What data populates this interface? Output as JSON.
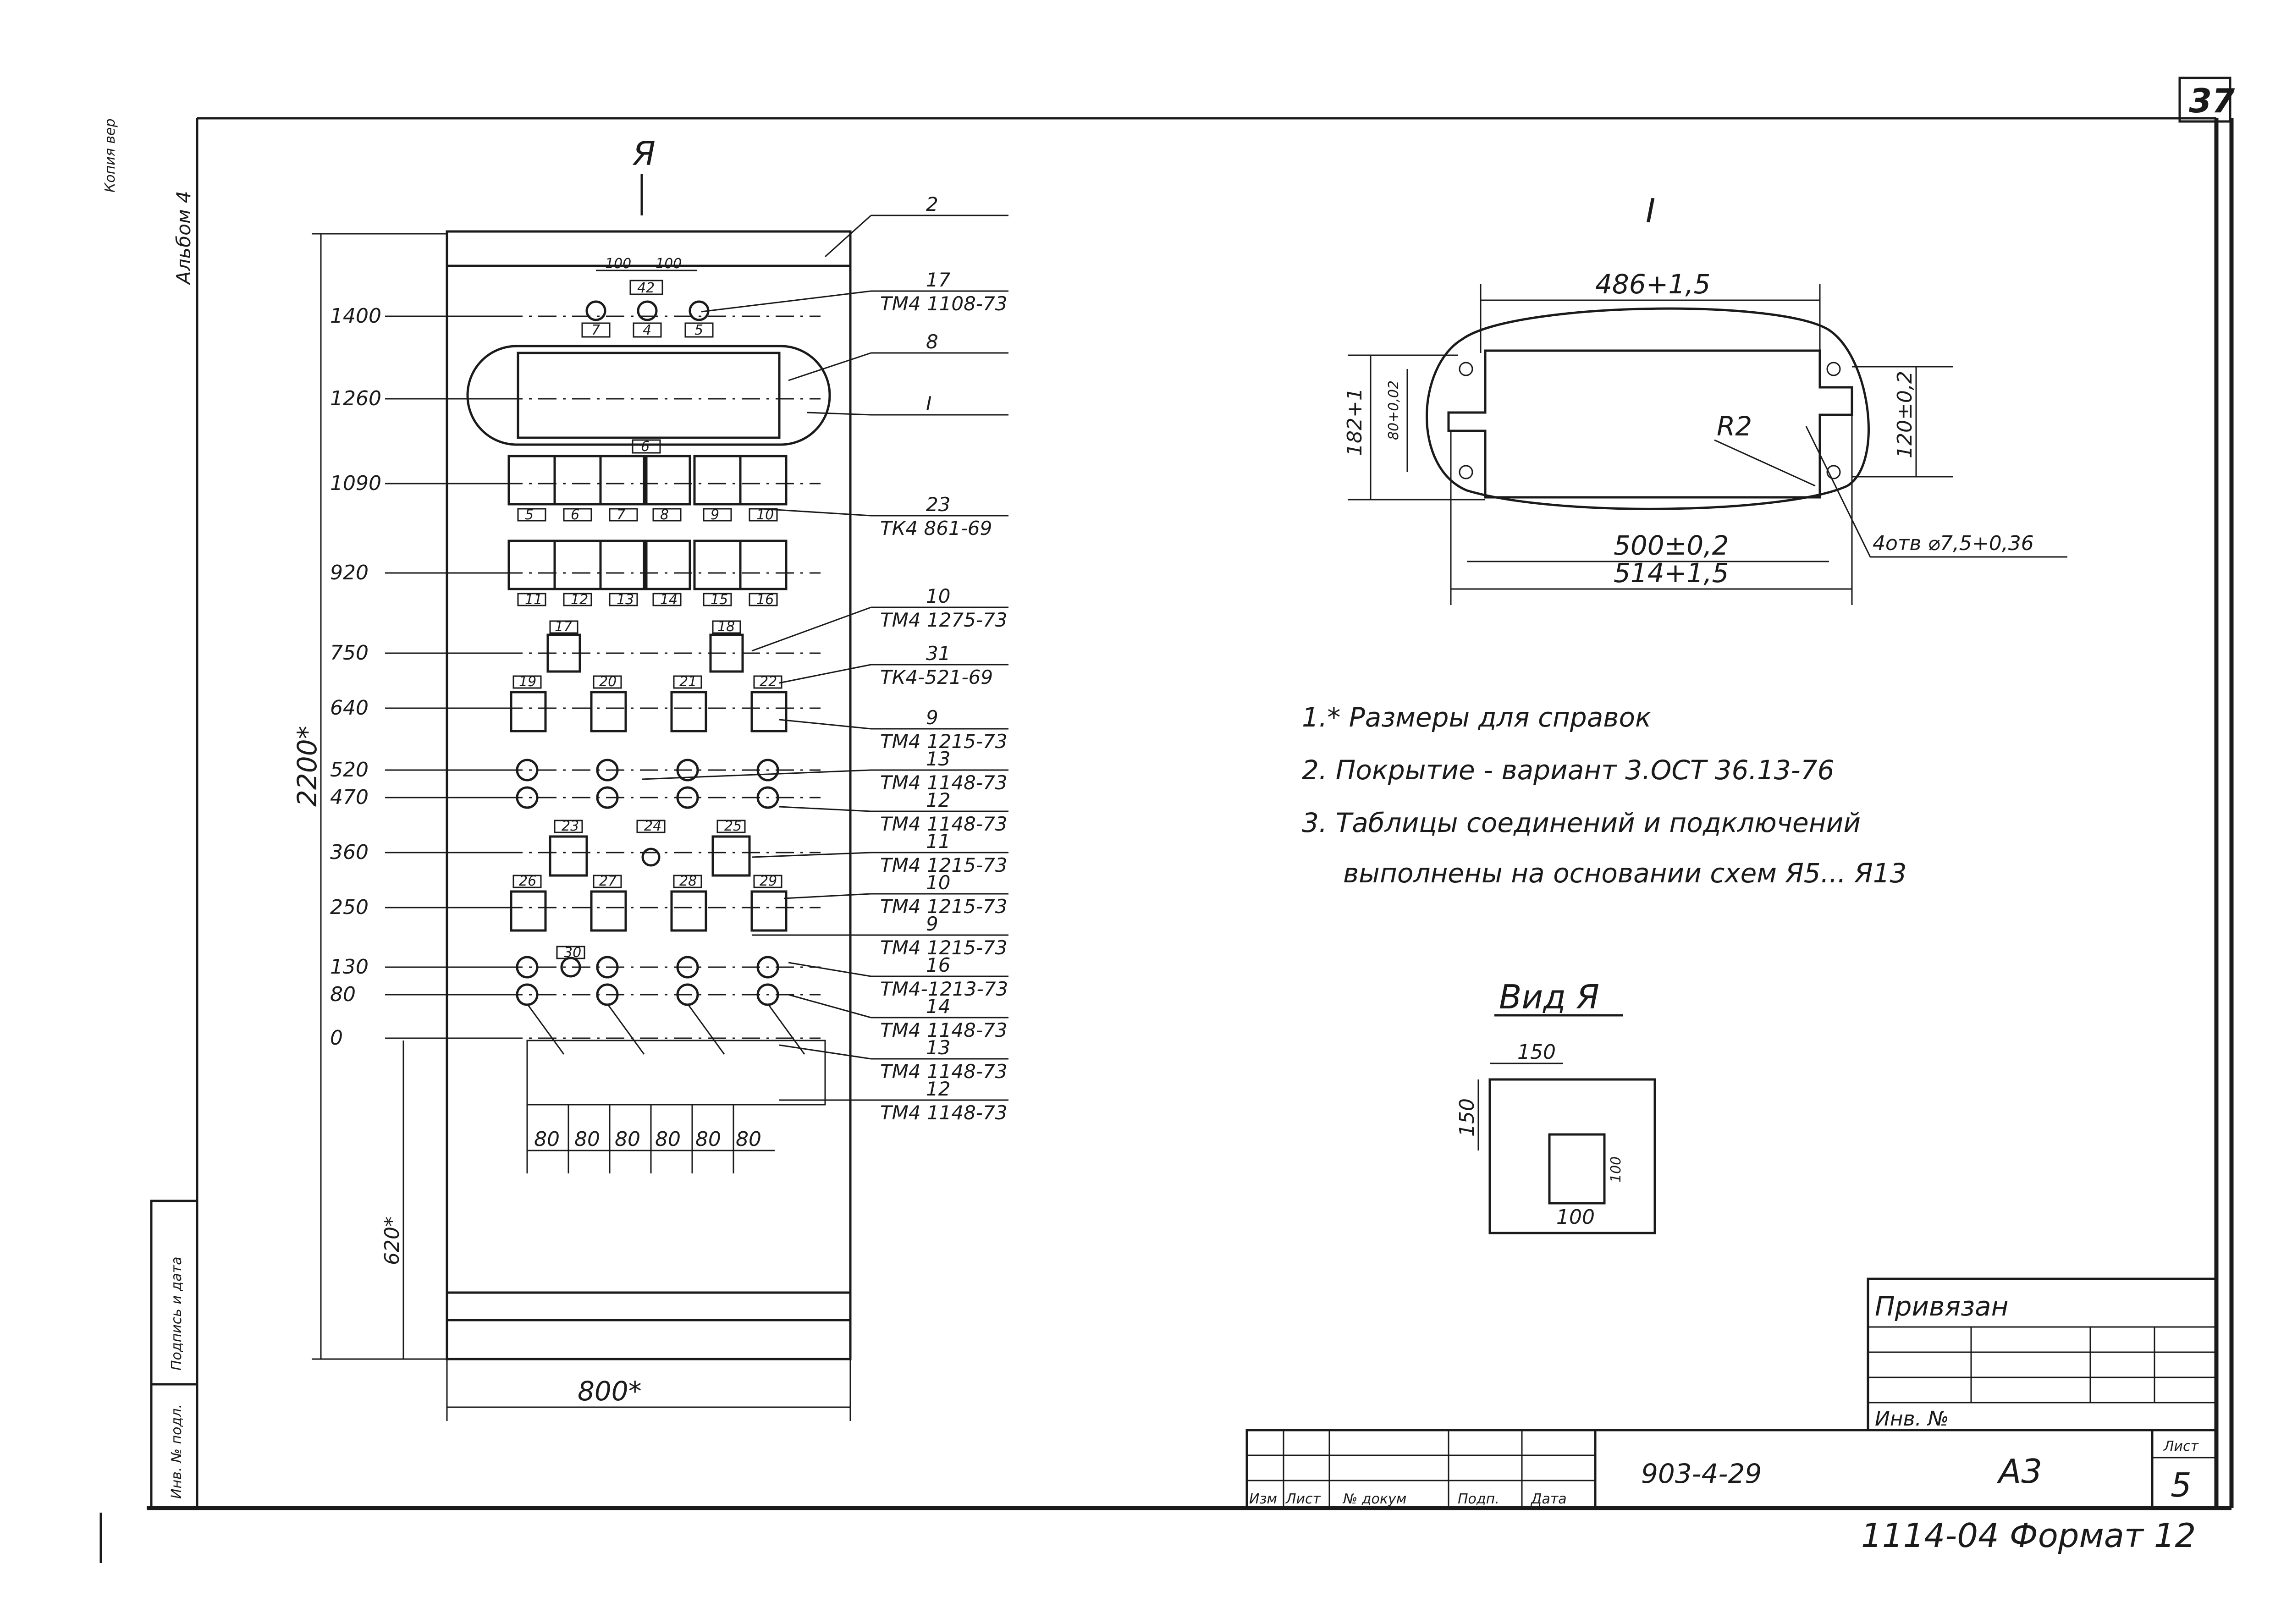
{
  "sheet": {
    "number": "37",
    "sheet_no": "5",
    "drawing_code": "903-4-29",
    "format_code": "A3",
    "format_label": "1114-04 Формат 12"
  },
  "side_marks": {
    "copy_mark": "Копия вер",
    "album": "Альбом 4",
    "stamp_inv": "Инв. № подл.",
    "stamp_sign": "Подпись и дата"
  },
  "view_marks": {
    "section_arrow": "Я",
    "detail": "I",
    "view_title": "Вид Я"
  },
  "elevations": [
    "1400",
    "1260",
    "1090",
    "920",
    "750",
    "640",
    "520",
    "470",
    "360",
    "250",
    "130",
    "80",
    "0"
  ],
  "dimensions": {
    "height_total": "2200*",
    "height_lower": "620*",
    "width_total": "800*",
    "top_spacing_left": "100",
    "top_spacing_right": "100",
    "bottom_spacings": [
      "80",
      "80",
      "80",
      "80",
      "80",
      "80"
    ]
  },
  "callouts": [
    {
      "pos": "2",
      "code": ""
    },
    {
      "pos": "17",
      "code": "ТМ4 1108-73"
    },
    {
      "pos": "8",
      "code": ""
    },
    {
      "pos": "I",
      "code": ""
    },
    {
      "pos": "23",
      "code": "ТК4 861-69"
    },
    {
      "pos": "10",
      "code": "ТМ4 1275-73"
    },
    {
      "pos": "31",
      "code": "ТК4-521-69"
    },
    {
      "pos": "9",
      "code": "ТМ4 1215-73"
    },
    {
      "pos": "13",
      "code": "ТМ4 1148-73"
    },
    {
      "pos": "12",
      "code": "ТМ4 1148-73"
    },
    {
      "pos": "11",
      "code": "ТМ4 1215-73"
    },
    {
      "pos": "10",
      "code": "ТМ4 1215-73"
    },
    {
      "pos": "9",
      "code": "ТМ4 1215-73"
    },
    {
      "pos": "16",
      "code": "ТМ4-1213-73"
    },
    {
      "pos": "14",
      "code": "ТМ4 1148-73"
    },
    {
      "pos": "13",
      "code": "ТМ4 1148-73"
    },
    {
      "pos": "12",
      "code": "ТМ4 1148-73"
    }
  ],
  "module_tags": {
    "top_row": [
      "7",
      "4",
      "5"
    ],
    "top_center": "42",
    "under_window": "6",
    "row_1090": [
      "5",
      "6",
      "7",
      "8",
      "9",
      "10"
    ],
    "row_920": [
      "11",
      "12",
      "13",
      "14",
      "15",
      "16"
    ],
    "row_750": [
      "17",
      "18"
    ],
    "row_640": [
      "19",
      "20",
      "21",
      "22"
    ],
    "row_360": [
      "23",
      "24",
      "25"
    ],
    "row_250": [
      "26",
      "27",
      "28",
      "29"
    ],
    "row_130": "30"
  },
  "detail": {
    "dim_top": "486+1,5",
    "dim_left_outer": "182+1",
    "dim_left_inner": "80+0,02",
    "dim_right": "120±0,2",
    "radius": "R2",
    "dim_bottom_inner": "500±0,2",
    "dim_bottom_outer": "514+1,5",
    "holes": "4отв ⌀7,5+0,36"
  },
  "notes": [
    "1.* Размеры для справок",
    "2. Покрытие - вариант 3.ОСТ 36.13-76",
    "3. Таблицы соединений и подключений",
    "выполнены на основании схем Я5... Я13"
  ],
  "view_a": {
    "dim_top": "150",
    "dim_left": "150",
    "dim_inner_right": "100",
    "dim_inner_bottom": "100"
  },
  "title_block": {
    "bound": "Привязан",
    "inv_no": "Инв. №",
    "col_headers": [
      "Изм",
      "Лист",
      "№ докум",
      "Подп.",
      "Дата"
    ],
    "sheet_label": "Лист"
  }
}
